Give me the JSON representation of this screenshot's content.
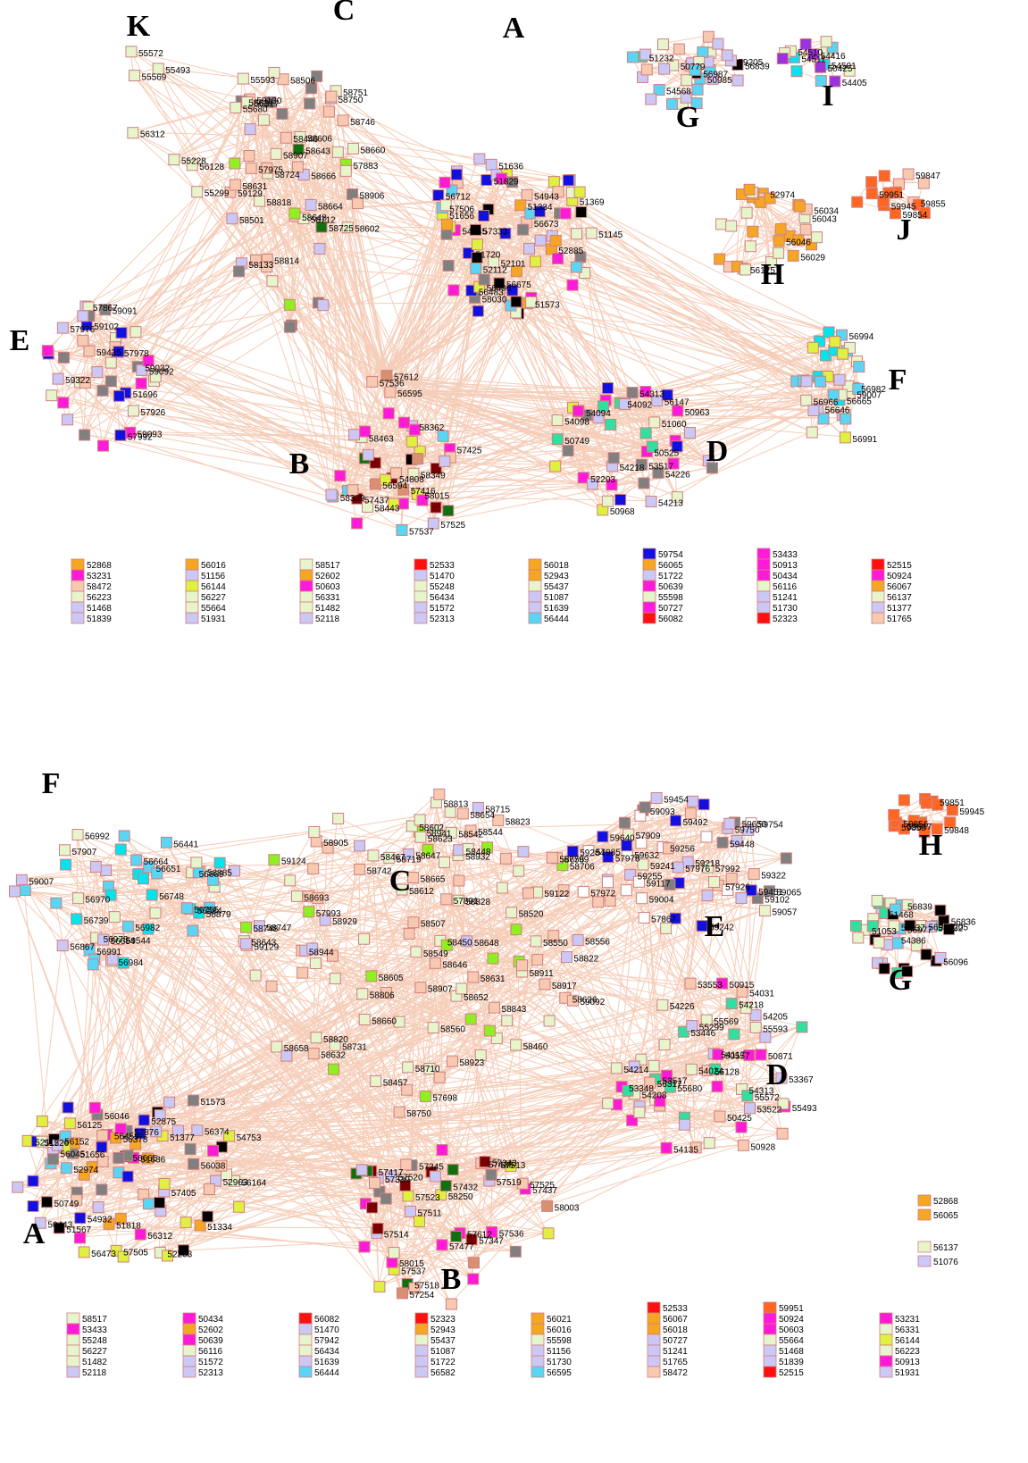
{
  "top": {
    "clusters": {
      "A": {
        "label": "A",
        "ids": [
          "51145",
          "51573",
          "58030",
          "51656",
          "54943",
          "51636",
          "51829",
          "51334",
          "51369",
          "56712",
          "52112",
          "52101",
          "51720",
          "57506",
          "52885",
          "54645",
          "56673",
          "56483",
          "57333",
          "56675",
          "56496"
        ]
      },
      "B": {
        "label": "B",
        "ids": [
          "57437",
          "57537",
          "57525",
          "58015",
          "57416",
          "58463",
          "58349",
          "54808",
          "56594",
          "57425",
          "58339",
          "58362",
          "58443"
        ]
      },
      "C": {
        "label": "C",
        "ids": [
          "59130",
          "58666",
          "58133",
          "58643",
          "59129",
          "58750",
          "58746",
          "58446",
          "58660",
          "58725",
          "58751",
          "58648",
          "58724",
          "58818",
          "58664",
          "58501",
          "58631",
          "58627",
          "57883",
          "58606",
          "58506",
          "57975",
          "58712",
          "58814",
          "58907",
          "58906",
          "58602"
        ]
      },
      "D": {
        "label": "D",
        "ids": [
          "53517",
          "54218",
          "52203",
          "51060",
          "54226",
          "54213",
          "54313",
          "50963",
          "54094",
          "54098",
          "50525",
          "50968",
          "54092",
          "50749",
          "56147"
        ]
      },
      "E": {
        "label": "E",
        "ids": [
          "57867",
          "57926",
          "51696",
          "59091",
          "59093",
          "57976",
          "57978",
          "59102",
          "59032",
          "59435",
          "57992",
          "59092",
          "59322"
        ]
      },
      "F": {
        "label": "F",
        "ids": [
          "56646",
          "56982",
          "56994",
          "56966",
          "56665",
          "59007",
          "56991"
        ]
      },
      "G": {
        "label": "G",
        "ids": [
          "54568",
          "50985",
          "51232",
          "56987",
          "56839",
          "59205",
          "50779"
        ]
      },
      "H": {
        "label": "H",
        "ids": [
          "56029",
          "52974",
          "56046",
          "56043",
          "56034",
          "56125"
        ]
      },
      "I": {
        "label": "I",
        "ids": [
          "54405",
          "54511",
          "54416",
          "54501",
          "54510",
          "50425"
        ]
      },
      "J": {
        "label": "J",
        "ids": [
          "59945",
          "59951",
          "59847",
          "59855",
          "59854"
        ]
      },
      "K": {
        "label": "K",
        "ids": [
          "56312",
          "55299",
          "55593",
          "55228",
          "55572",
          "56317",
          "55569",
          "55680",
          "56128",
          "55493"
        ]
      },
      "bridge": {
        "ids": [
          "57536",
          "57612",
          "56595"
        ]
      }
    },
    "legend": [
      {
        "ids": [
          "52868",
          "53231",
          "58472",
          "56223",
          "51468",
          "51839"
        ],
        "colors": [
          "#f5a623",
          "#ff1ad9",
          "#f7c9b0",
          "#e6f5cc",
          "#ccc8f5",
          "#ccc8f5"
        ]
      },
      {
        "ids": [
          "56016",
          "51156",
          "56144",
          "56227",
          "55664",
          "51931"
        ],
        "colors": [
          "#f5a623",
          "#ccc8f5",
          "#e0f040",
          "#e6f5cc",
          "#e6f5cc",
          "#ccc8f5"
        ]
      },
      {
        "ids": [
          "58517",
          "52602",
          "50603",
          "56331",
          "51482",
          "52118"
        ],
        "colors": [
          "#e6f5cc",
          "#f5a623",
          "#ff1ad9",
          "#e6f5cc",
          "#e6f5cc",
          "#ccc8f5"
        ]
      },
      {
        "ids": [
          "52533",
          "51470",
          "55248",
          "56434",
          "51572",
          "52313"
        ],
        "colors": [
          "#ff1010",
          "#ccc8f5",
          "#e6f5cc",
          "#e6f5cc",
          "#ccc8f5",
          "#ccc8f5"
        ]
      },
      {
        "ids": [
          "56018",
          "52943",
          "55437",
          "51087",
          "51639",
          "56444"
        ],
        "colors": [
          "#f5a623",
          "#f5a623",
          "#e6f5cc",
          "#ccc8f5",
          "#ccc8f5",
          "#5bd5f5"
        ]
      },
      {
        "ids": [
          "59754",
          "56065",
          "51722",
          "50639",
          "55598",
          "50727",
          "56082"
        ],
        "colors": [
          "#1010e0",
          "#f5a623",
          "#ccc8f5",
          "#ff1ad9",
          "#e6f5cc",
          "#ff1ad9",
          "#ff1010"
        ]
      },
      {
        "ids": [
          "53433",
          "50913",
          "50434",
          "56116",
          "51241",
          "51730",
          "52323"
        ],
        "colors": [
          "#ff1ad9",
          "#ff1ad9",
          "#ff1ad9",
          "#e6f5cc",
          "#ccc8f5",
          "#ccc8f5",
          "#ff1010"
        ]
      },
      {
        "ids": [
          "52515",
          "50924",
          "56067",
          "56137",
          "51377",
          "51765"
        ],
        "colors": [
          "#ff1010",
          "#ff1ad9",
          "#f5a623",
          "#e6f5cc",
          "#ccc8f5",
          "#f7c9b0"
        ]
      }
    ]
  },
  "bottom": {
    "clusters": {
      "A": {
        "label": "A",
        "ids": [
          "50749",
          "56125",
          "52974",
          "56046",
          "52875",
          "56152",
          "51573",
          "52203",
          "52112",
          "56038",
          "56473",
          "51377",
          "57505",
          "51526",
          "57405",
          "52876",
          "56459",
          "51656",
          "51567",
          "52963",
          "50443",
          "56374",
          "51636",
          "56164",
          "51334",
          "56378",
          "51818",
          "54753",
          "54932",
          "56312",
          "56045",
          "56665"
        ]
      },
      "B": {
        "label": "B",
        "ids": [
          "57345",
          "57437",
          "57612",
          "57438",
          "57525",
          "58250",
          "57536",
          "57518",
          "57339",
          "57513",
          "57537",
          "57254",
          "57511",
          "58003",
          "58015",
          "57347",
          "57417",
          "57519",
          "57520",
          "57343",
          "57432",
          "57523",
          "57477",
          "57514"
        ]
      },
      "C": {
        "label": "C",
        "ids": [
          "58929",
          "58731",
          "59122",
          "58917",
          "59129",
          "58605",
          "58944",
          "58747",
          "58828",
          "58748",
          "58626",
          "58932",
          "58941",
          "58907",
          "58612",
          "58806",
          "58843",
          "58467",
          "58647",
          "58706",
          "58602",
          "59092",
          "58923",
          "59124",
          "58665",
          "58460",
          "58715",
          "58823",
          "57993",
          "58457",
          "58550",
          "58560",
          "58660",
          "58643",
          "58822",
          "58905",
          "58820",
          "57891",
          "57698",
          "58719",
          "58623",
          "58631",
          "58654",
          "58750",
          "57799",
          "58542",
          "58646",
          "58632",
          "58652",
          "58450",
          "58448",
          "58911",
          "58813",
          "58742",
          "58710",
          "58693",
          "58520",
          "58549",
          "58658",
          "58544",
          "58656",
          "58648",
          "58507",
          "58556"
        ]
      },
      "D": {
        "label": "D",
        "ids": [
          "50928",
          "54117",
          "54313",
          "54205",
          "54031",
          "54135",
          "53517",
          "53522",
          "54214",
          "54208",
          "54024",
          "53553",
          "54226",
          "54218",
          "53348",
          "53446",
          "50425",
          "50871",
          "55593",
          "50915",
          "53367",
          "56317",
          "55680",
          "55299",
          "50557",
          "55493",
          "55569",
          "55572",
          "56128"
        ]
      },
      "E": {
        "label": "E",
        "ids": [
          "57909",
          "59492",
          "59256",
          "59640",
          "59093",
          "57992",
          "59057",
          "59448",
          "59255",
          "59065",
          "57972",
          "59454",
          "59102",
          "57867",
          "59117",
          "57978",
          "59632",
          "59650",
          "59242",
          "59754",
          "59241",
          "59218",
          "59451",
          "59004",
          "57976",
          "57985",
          "59750",
          "59284",
          "57926",
          "59322"
        ]
      },
      "F": {
        "label": "F",
        "ids": [
          "56664",
          "56584",
          "56669",
          "56879",
          "56441",
          "56748",
          "56992",
          "56970",
          "59544",
          "56978",
          "56991",
          "56651",
          "56867",
          "56984",
          "56755",
          "59007",
          "56739",
          "56982",
          "56885",
          "57907",
          "56654"
        ]
      },
      "G": {
        "label": "G",
        "ids": [
          "59205",
          "51053",
          "56977",
          "54386",
          "56096",
          "51468",
          "56839",
          "56836",
          "56987",
          "51232",
          "51137"
        ]
      },
      "H": {
        "label": "H",
        "ids": [
          "59848",
          "59847",
          "59945",
          "59851",
          "59855",
          "59856"
        ]
      }
    },
    "side_legend": [
      {
        "id": "52868",
        "color": "#f5a623"
      },
      {
        "id": "56065",
        "color": "#f5a623"
      },
      {
        "id": "56137",
        "color": "#e6f5cc"
      },
      {
        "id": "51076",
        "color": "#ccc8f5"
      }
    ],
    "legend": [
      {
        "ids": [
          "58517",
          "53433",
          "55248",
          "56227",
          "51482",
          "52118"
        ],
        "colors": [
          "#e6f5cc",
          "#ff1ad9",
          "#e6f5cc",
          "#e6f5cc",
          "#e6f5cc",
          "#ccc8f5"
        ]
      },
      {
        "ids": [
          "50434",
          "52602",
          "50639",
          "56116",
          "51572",
          "52313"
        ],
        "colors": [
          "#ff1ad9",
          "#f5a623",
          "#ff1ad9",
          "#e6f5cc",
          "#ccc8f5",
          "#ccc8f5"
        ]
      },
      {
        "ids": [
          "56082",
          "51470",
          "57942",
          "56434",
          "51639",
          "56444"
        ],
        "colors": [
          "#ff1010",
          "#ccc8f5",
          "#e6f5cc",
          "#e6f5cc",
          "#ccc8f5",
          "#5bd5f5"
        ]
      },
      {
        "ids": [
          "52323",
          "52943",
          "55437",
          "51087",
          "51722",
          "56582"
        ],
        "colors": [
          "#ff1010",
          "#f5a623",
          "#e6f5cc",
          "#ccc8f5",
          "#ccc8f5",
          "#ccc8f5"
        ]
      },
      {
        "ids": [
          "56021",
          "56016",
          "55598",
          "51156",
          "51730",
          "56595"
        ],
        "colors": [
          "#f5a623",
          "#f5a623",
          "#e6f5cc",
          "#ccc8f5",
          "#ccc8f5",
          "#5bd5f5"
        ]
      },
      {
        "ids": [
          "52533",
          "56067",
          "56018",
          "50727",
          "51241",
          "51765",
          "58472"
        ],
        "colors": [
          "#ff1010",
          "#f5a623",
          "#f5a623",
          "#ccc8f5",
          "#ccc8f5",
          "#ccc8f5",
          "#f7c9b0"
        ]
      },
      {
        "ids": [
          "59951",
          "50924",
          "50603",
          "55664",
          "51468",
          "51839",
          "52515"
        ],
        "colors": [
          "#ff6622",
          "#ff1ad9",
          "#ff1ad9",
          "#e6f5cc",
          "#ccc8f5",
          "#ccc8f5",
          "#ff1010"
        ]
      },
      {
        "ids": [
          "53231",
          "56331",
          "56144",
          "56223",
          "50913",
          "51931"
        ],
        "colors": [
          "#ff1ad9",
          "#e6f5cc",
          "#e0f040",
          "#e6f5cc",
          "#ff1ad9",
          "#ccc8f5"
        ]
      }
    ]
  },
  "colors": {
    "edge": "#f5cdb8",
    "node_border": "#d08080",
    "palette": [
      "#e6f5cc",
      "#ccc8f5",
      "#f7c9b0",
      "#ff1ad9",
      "#5bd5f5",
      "#f5a623",
      "#d99070",
      "#e0f040",
      "#8ef020",
      "#7a0000",
      "#000000",
      "#808080",
      "#1010e0",
      "#9933dd",
      "#ff6622",
      "#30e0a0",
      "#107010",
      "#ffffff",
      "#00e5ee",
      "#ff1010",
      "#ffdd00"
    ]
  }
}
